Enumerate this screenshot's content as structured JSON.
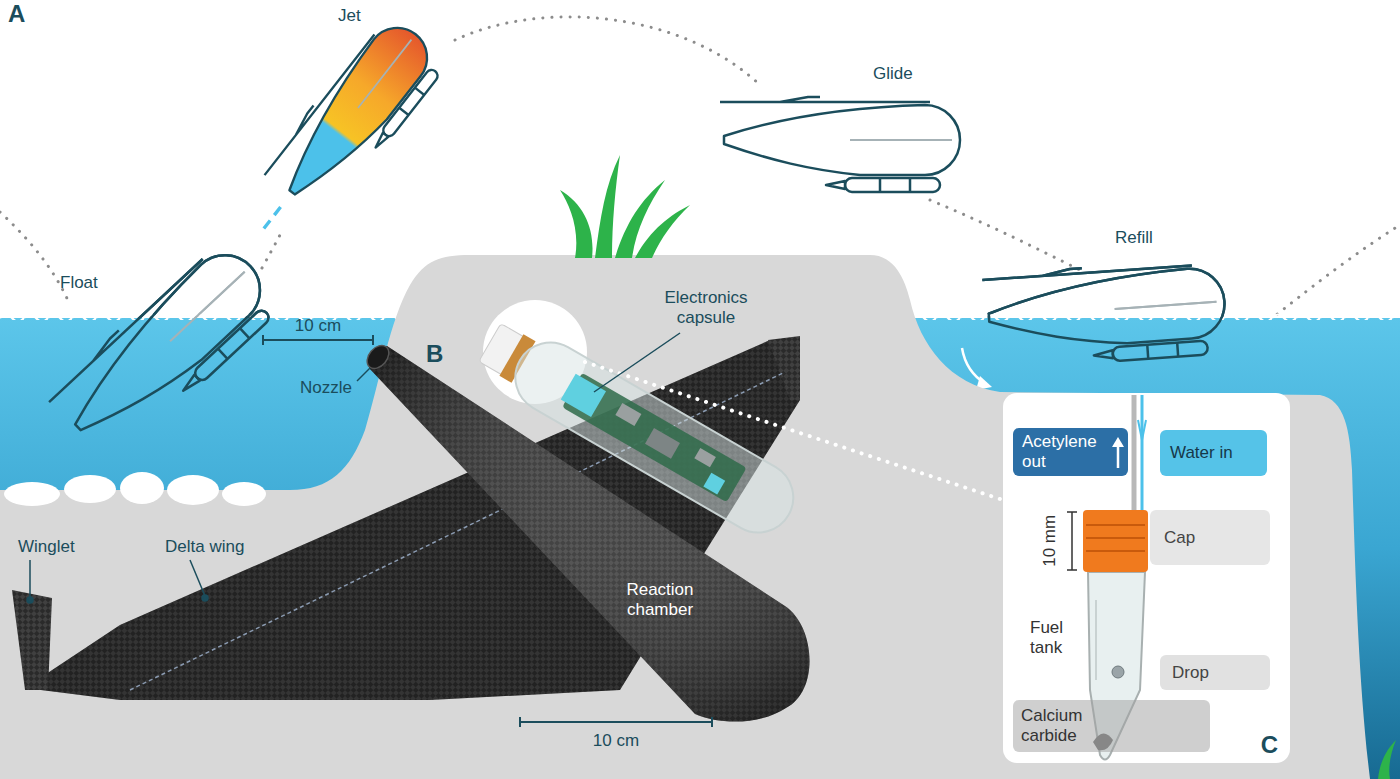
{
  "diagram": {
    "nodes": [
      {
        "text": [
          "C"
        ]
      },
      {
        "text": [
          "Acetylene out"
        ],
        "in": 0
      },
      {
        "text": [
          "Water in"
        ],
        "in": 0
      },
      {
        "text": [
          "Cap"
        ],
        "in": 0
      },
      {
        "text": [
          "Drop"
        ],
        "in": 0
      },
      {
        "text": [
          "Calcium carbide"
        ],
        "in": 0
      }
    ],
    "labels": [
      "A",
      "Jet",
      "Glide",
      "Float",
      "Refill",
      "10 cm",
      "B",
      "Electronics capsule",
      "Nozzle",
      "Reaction chamber",
      "Winglet",
      "Delta wing",
      "10 cm",
      "10 mm",
      "Fuel tank"
    ]
  }
}
